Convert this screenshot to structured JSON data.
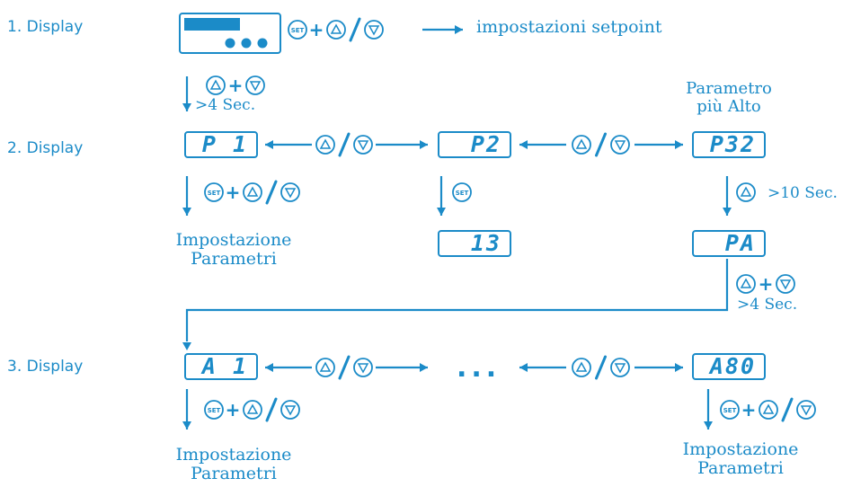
{
  "rows": {
    "row1": "1. Display",
    "row2": "2. Display",
    "row3": "3. Display"
  },
  "displays": {
    "p1": "P 1",
    "p2": "P2",
    "p32": "P32",
    "value13": "13",
    "pa": "PA",
    "a1": "A 1",
    "a80": "A80"
  },
  "keys": {
    "set": "SET",
    "plus": "+",
    "slash": "/"
  },
  "annotations": {
    "setpoint": "impostazioni setpoint",
    "hold4": ">4 Sec.",
    "hold10": ">10 Sec.",
    "highest_param_line1": "Parametro",
    "highest_param_line2": "più Alto",
    "param_setting_line1": "Impostazione",
    "param_setting_line2": "Parametri",
    "ellipsis": "..."
  },
  "colors": {
    "primary": "#1b8bc8"
  },
  "icons": [
    "set-key-icon",
    "up-key-icon",
    "down-key-icon",
    "arrow-icon",
    "controller-display-icon"
  ]
}
